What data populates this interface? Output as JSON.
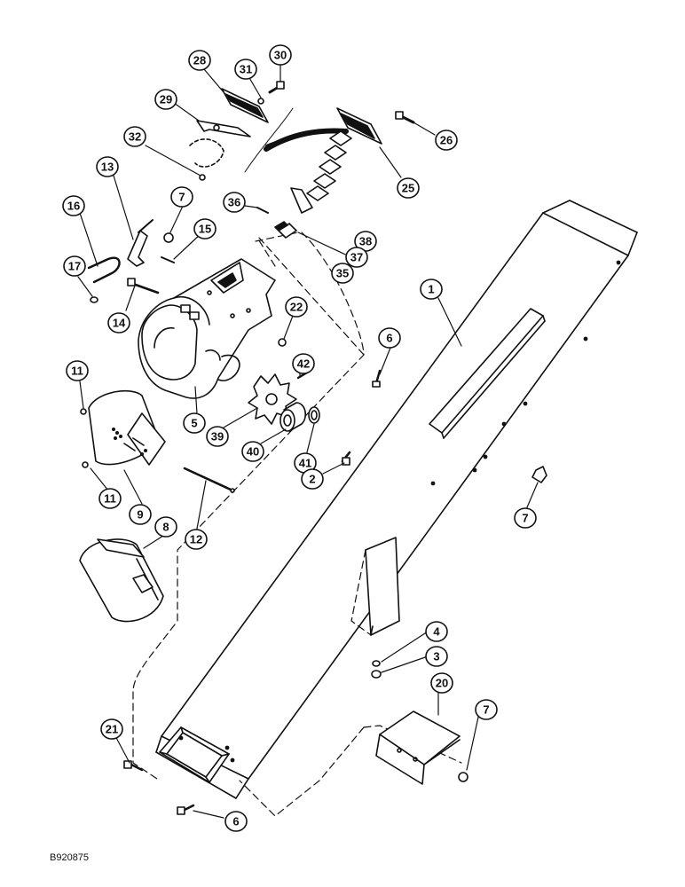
{
  "drawing_code": "B920875",
  "callouts": [
    {
      "id": "c28",
      "label": "28"
    },
    {
      "id": "c31",
      "label": "31"
    },
    {
      "id": "c30",
      "label": "30"
    },
    {
      "id": "c29",
      "label": "29"
    },
    {
      "id": "c32",
      "label": "32"
    },
    {
      "id": "c26",
      "label": "26"
    },
    {
      "id": "c25",
      "label": "25"
    },
    {
      "id": "c13",
      "label": "13"
    },
    {
      "id": "c7a",
      "label": "7"
    },
    {
      "id": "c16",
      "label": "16"
    },
    {
      "id": "c36",
      "label": "36"
    },
    {
      "id": "c15",
      "label": "15"
    },
    {
      "id": "c38",
      "label": "38"
    },
    {
      "id": "c37",
      "label": "37"
    },
    {
      "id": "c35",
      "label": "35"
    },
    {
      "id": "c17",
      "label": "17"
    },
    {
      "id": "c14",
      "label": "14"
    },
    {
      "id": "c22",
      "label": "22"
    },
    {
      "id": "c1",
      "label": "1"
    },
    {
      "id": "c6a",
      "label": "6"
    },
    {
      "id": "c11a",
      "label": "11"
    },
    {
      "id": "c42",
      "label": "42"
    },
    {
      "id": "c5",
      "label": "5"
    },
    {
      "id": "c39",
      "label": "39"
    },
    {
      "id": "c40",
      "label": "40"
    },
    {
      "id": "c41",
      "label": "41"
    },
    {
      "id": "c2",
      "label": "2"
    },
    {
      "id": "c11b",
      "label": "11"
    },
    {
      "id": "c9",
      "label": "9"
    },
    {
      "id": "c12",
      "label": "12"
    },
    {
      "id": "c7b",
      "label": "7"
    },
    {
      "id": "c8",
      "label": "8"
    },
    {
      "id": "c4",
      "label": "4"
    },
    {
      "id": "c3",
      "label": "3"
    },
    {
      "id": "c20",
      "label": "20"
    },
    {
      "id": "c7c",
      "label": "7"
    },
    {
      "id": "c21",
      "label": "21"
    },
    {
      "id": "c6b",
      "label": "6"
    }
  ]
}
